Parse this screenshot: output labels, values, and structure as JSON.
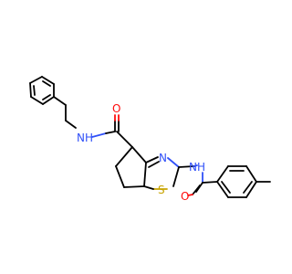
{
  "molecule": {
    "atoms": {
      "nh_left": "NH",
      "o_amide_left": "O",
      "n_ring": "N",
      "s_ring": "S",
      "nh_right": "NH",
      "o_amide_right": "O"
    },
    "colors": {
      "carbon": "#000000",
      "nitrogen": "#3050F8",
      "oxygen": "#FF0D0D",
      "sulfur": "#C8A400",
      "background": "#ffffff"
    }
  }
}
